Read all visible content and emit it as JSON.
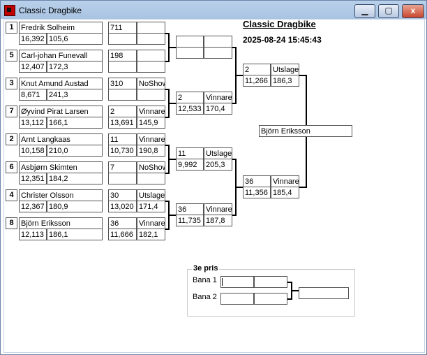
{
  "window": {
    "title": "Classic Dragbike",
    "close_glyph": "x"
  },
  "header": {
    "event": "Classic Dragbike",
    "datetime": "2025-08-24 15:45:43"
  },
  "round1": [
    {
      "seed": "1",
      "name": "Fredrik Solheim",
      "rt": "16,392",
      "speed": "105,6",
      "box": "711",
      "result": ""
    },
    {
      "seed": "5",
      "name": "Carl-johan Funevall",
      "rt": "12,407",
      "speed": "172,3",
      "box": "198",
      "result": ""
    },
    {
      "seed": "3",
      "name": "Knut Amund Austad",
      "rt": "8,671",
      "speed": "241,3",
      "box": "310",
      "result": "NoShow"
    },
    {
      "seed": "7",
      "name": "Øyvind Pirat Larsen",
      "rt": "13,112",
      "speed": "166,1",
      "box": "2",
      "result": "Vinnare",
      "rt2": "13,691",
      "speed2": "145,9"
    },
    {
      "seed": "2",
      "name": "Arnt Langkaas",
      "rt": "10,158",
      "speed": "210,0",
      "box": "11",
      "result": "Vinnare",
      "rt2": "10,730",
      "speed2": "190,8"
    },
    {
      "seed": "6",
      "name": "Asbjørn Skimten",
      "rt": "12,351",
      "speed": "184,2",
      "box": "7",
      "result": "NoShow"
    },
    {
      "seed": "4",
      "name": "Christer Olsson",
      "rt": "12,367",
      "speed": "180,9",
      "box": "30",
      "result": "Utslagen",
      "rt2": "13,020",
      "speed2": "171,4"
    },
    {
      "seed": "8",
      "name": "Björn Eriksson",
      "rt": "12,113",
      "speed": "186,1",
      "box": "36",
      "result": "Vinnare",
      "rt2": "11,666",
      "speed2": "182,1"
    }
  ],
  "quarter": [
    {
      "box": "",
      "result": "",
      "rt": "",
      "speed": ""
    },
    {
      "box": "2",
      "result": "Vinnare",
      "rt": "12,533",
      "speed": "170,4"
    },
    {
      "box": "11",
      "result": "Utslagen",
      "rt": "9,992",
      "speed": "205,3"
    },
    {
      "box": "36",
      "result": "Vinnare",
      "rt": "11,735",
      "speed": "187,8"
    }
  ],
  "semi": [
    {
      "box": "2",
      "result": "Utslagen",
      "rt": "11,266",
      "speed": "186,3"
    },
    {
      "box": "36",
      "result": "Vinnare",
      "rt": "11,356",
      "speed": "185,4"
    }
  ],
  "final": {
    "winner": "Björn Eriksson"
  },
  "third_place": {
    "title": "3e pris",
    "lane1": "Bana 1",
    "lane2": "Bana 2"
  }
}
